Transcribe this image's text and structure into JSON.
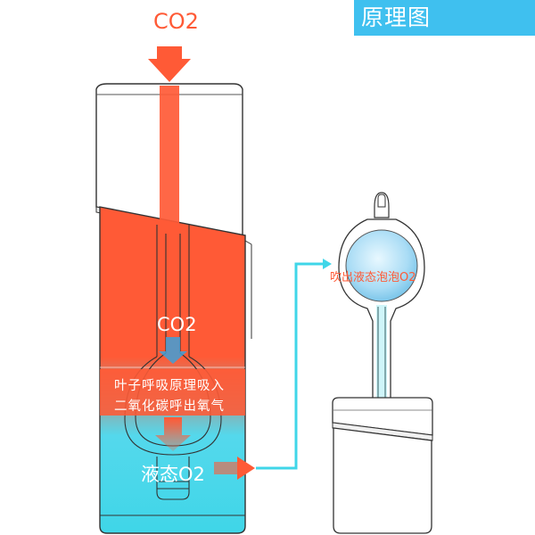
{
  "badge": {
    "title": "原理图"
  },
  "labels": {
    "co2_top": "CO2",
    "co2_mid": "CO2",
    "leaf_line1": "叶子呼吸原理吸入",
    "leaf_line2": "二氧化碳呼出氧气",
    "liquid_o2": "液态O2",
    "blow_out": "吹出液态泡泡O2"
  },
  "colors": {
    "accent_red": "#ff5a36",
    "accent_cyan": "#3fd6e8",
    "badge_blue": "#3fc0ef",
    "outline": "#333333"
  },
  "icons": [
    "down-arrow-icon",
    "right-arrow-icon",
    "flow-arrow-icon"
  ]
}
